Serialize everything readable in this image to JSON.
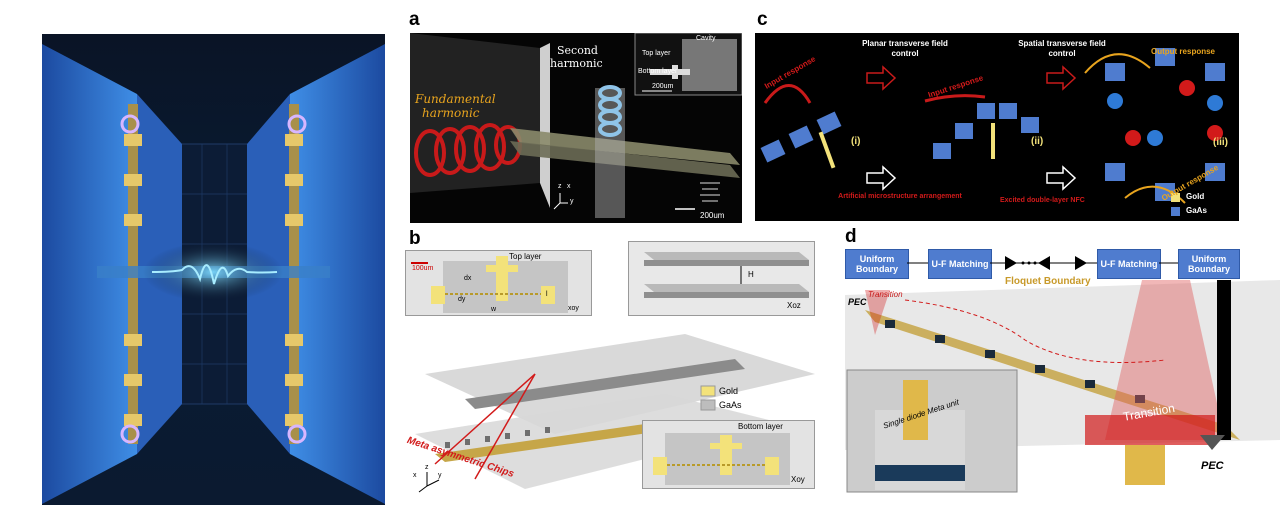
{
  "panels": {
    "a": "a",
    "b": "b",
    "c": "c",
    "d": "d"
  },
  "panel_a": {
    "fundamental": "Fundamental",
    "harmonic": "harmonic",
    "second": "Second",
    "second_harmonic": "harmonic",
    "cavity": "Cavity",
    "top_layer": "Top layer",
    "bottom_layer": "Bottom layer",
    "scale_inset": "200um",
    "scale_main": "200um",
    "axis_z": "z",
    "axis_x": "x",
    "axis_y": "y"
  },
  "panel_b": {
    "top_layer": "Top layer",
    "scale": "100um",
    "dx": "dx",
    "dy": "dy",
    "w": "w",
    "l": "l",
    "xoy_top": "xoy",
    "H": "H",
    "xoz": "Xoz",
    "legend_gold": "Gold",
    "legend_gaas": "GaAs",
    "bottom_layer": "Bottom layer",
    "xoy_bottom": "Xoy",
    "meta_label": "Meta asymmetric Chips",
    "axis_x": "x",
    "axis_y": "y",
    "axis_z": "z"
  },
  "panel_c": {
    "planar": "Planar transverse field control",
    "spatial": "Spatial transverse field control",
    "input1": "Input response",
    "input2": "Input response",
    "output1": "Output response",
    "output2": "Output response",
    "i": "(i)",
    "ii": "(ii)",
    "iii": "(iii)",
    "artificial": "Artificial microstructure arrangement",
    "excited": "Excited double-layer NFC",
    "legend_gold": "Gold",
    "legend_gaas": "GaAs"
  },
  "panel_d": {
    "uniform1": "Uniform Boundary",
    "uf1": "U-F Matching",
    "uf2": "U-F Matching",
    "uniform2": "Uniform Boundary",
    "floquet": "Floquet Boundary",
    "pec1": "PEC",
    "transition_small": "Transition",
    "single_diode": "Single diode Meta unit",
    "transition_big": "Transition",
    "pec2": "PEC"
  },
  "colors": {
    "gold": "#f3e27a",
    "gaas": "#4f7ccf",
    "red": "#d21a1a"
  }
}
